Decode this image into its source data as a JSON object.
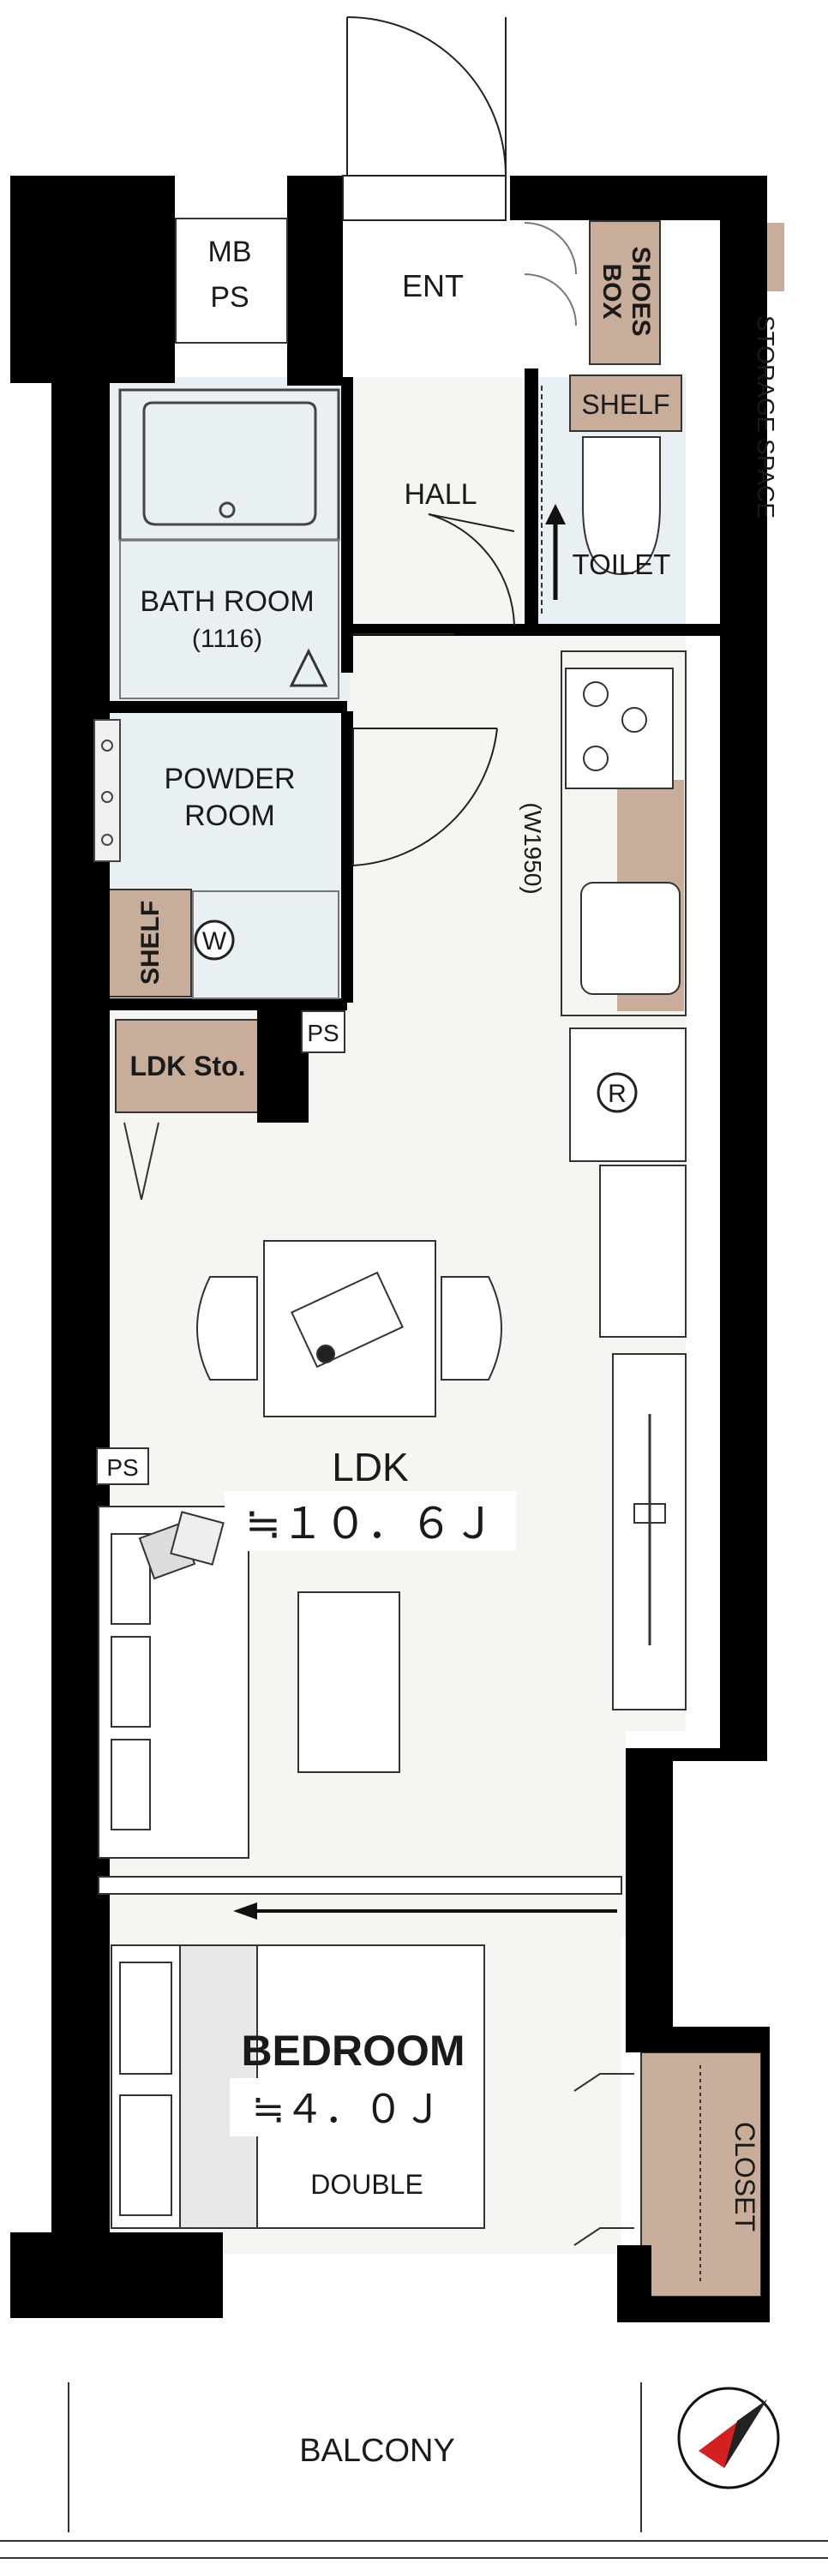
{
  "plan": {
    "rooms": {
      "mb_ps": [
        "MB",
        "PS"
      ],
      "entrance": "ENT",
      "shoes_box": [
        "SHOES",
        "BOX"
      ],
      "storage_space_legend": "STORAGE SPACE",
      "toilet_shelf": "SHELF",
      "hall": "HALL",
      "toilet": "TOILET",
      "bath_room": "BATH ROOM",
      "bath_size": "(1116)",
      "powder_room": [
        "POWDER",
        "ROOM"
      ],
      "kitchen_width": "(W1950)",
      "powder_shelf": "SHELF",
      "washer_symbol": "W",
      "fridge_symbol": "R",
      "ps_upper": "PS",
      "ldk_storage": "LDK Sto.",
      "ps_lower": "PS",
      "ldk": "LDK",
      "ldk_area": "≒１０．６Ｊ",
      "bedroom": "BEDROOM",
      "bedroom_area": "≒４．０Ｊ",
      "bed_type": "DOUBLE",
      "closet": "CLOSET",
      "balcony": "BALCONY"
    },
    "colors": {
      "wall": "#000000",
      "storage_fill": "#c8ad9a",
      "wet_area_fill": "#e8f0f3",
      "floor_fill": "#f5f5f2",
      "compass_arrow": "#d42020"
    }
  }
}
